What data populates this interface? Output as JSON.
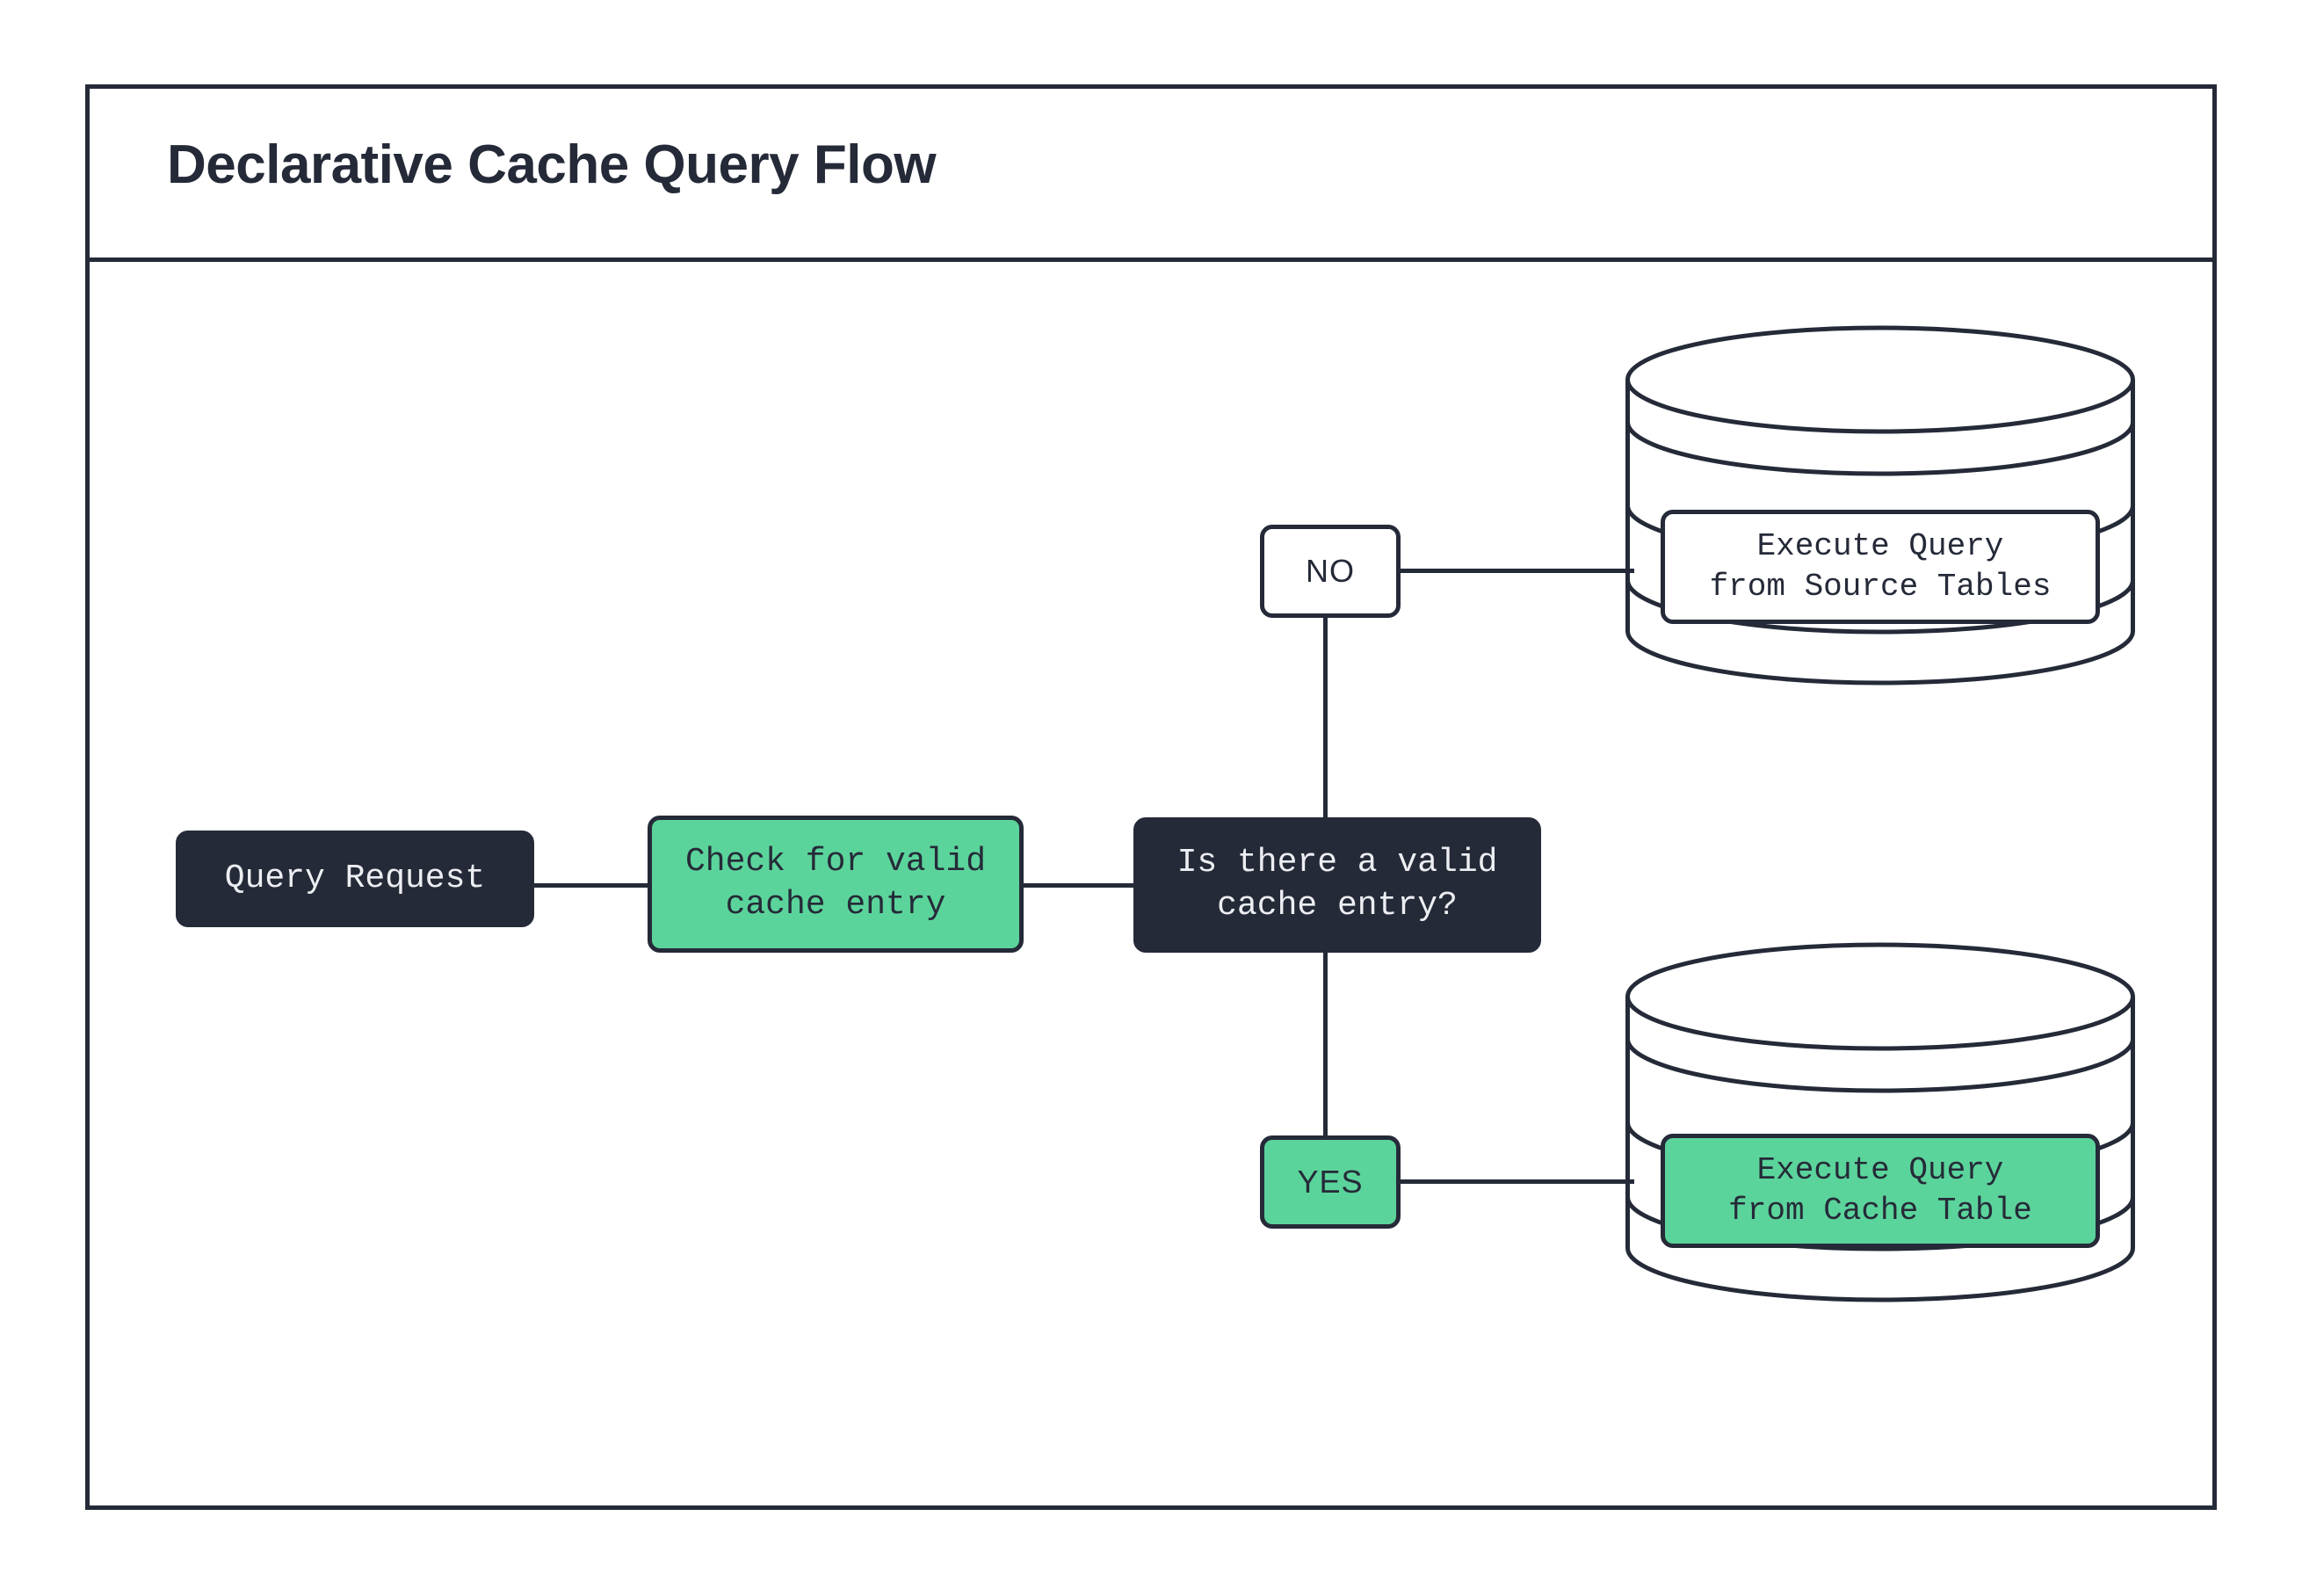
{
  "diagram": {
    "title": "Declarative Cache Query Flow",
    "type": "flowchart",
    "colors": {
      "dark": "#252a38",
      "green": "#5bd49b",
      "white": "#ffffff",
      "light_text": "#eceef2"
    },
    "nodes": [
      {
        "id": "query-request",
        "label": "Query Request",
        "shape": "rounded-rect",
        "style": "dark"
      },
      {
        "id": "check-cache",
        "label": "Check for valid\ncache entry",
        "shape": "rounded-rect",
        "style": "green"
      },
      {
        "id": "decision",
        "label": "Is there a valid\ncache entry?",
        "shape": "rounded-rect",
        "style": "dark"
      },
      {
        "id": "label-no",
        "label": "NO",
        "shape": "rounded-rect",
        "style": "white"
      },
      {
        "id": "label-yes",
        "label": "YES",
        "shape": "rounded-rect",
        "style": "green"
      },
      {
        "id": "exec-source",
        "label": "Execute Query\nfrom Source Tables",
        "shape": "rounded-rect",
        "style": "white",
        "container": "database-cylinder"
      },
      {
        "id": "exec-cache",
        "label": "Execute Query\nfrom Cache Table",
        "shape": "rounded-rect",
        "style": "green",
        "container": "database-cylinder"
      }
    ],
    "edges": [
      {
        "from": "query-request",
        "to": "check-cache",
        "label": ""
      },
      {
        "from": "check-cache",
        "to": "decision",
        "label": ""
      },
      {
        "from": "decision",
        "to": "exec-source",
        "label": "NO"
      },
      {
        "from": "decision",
        "to": "exec-cache",
        "label": "YES"
      }
    ],
    "cylinders": [
      {
        "id": "cyl-source",
        "name": "source-tables-database"
      },
      {
        "id": "cyl-cache",
        "name": "cache-table-database"
      }
    ]
  }
}
